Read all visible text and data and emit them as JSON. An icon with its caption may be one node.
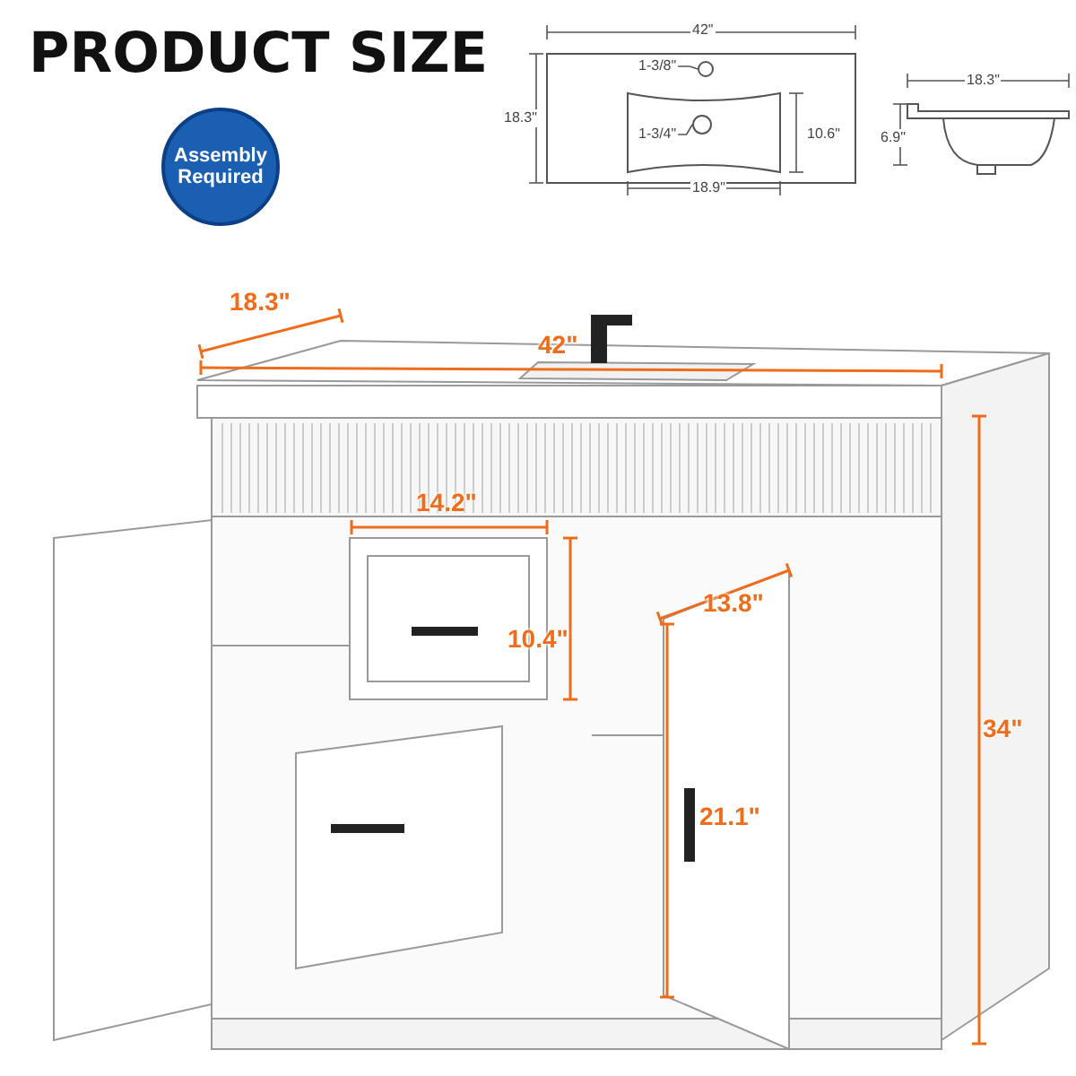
{
  "diagram": {
    "title": "PRODUCT SIZE",
    "nodes": [
      {
        "text": [
          "1-3/8\""
        ]
      },
      {
        "text": [],
        "shape": "circle"
      },
      {
        "text": [
          "1-3/4\""
        ]
      },
      {
        "text": [],
        "shape": "circle"
      }
    ],
    "edges": [
      {
        "from": 0,
        "to": 1,
        "arrow": "none"
      },
      {
        "from": 2,
        "to": 3,
        "arrow": "none"
      }
    ],
    "labels": [
      "Assembly Required",
      "42\"",
      "18.3\"",
      "10.6\"",
      "18.9\"",
      "18.3\"",
      "6.9\"",
      "18.3\"",
      "42\"",
      "14.2\"",
      "10.4\"",
      "13.8\"",
      "34\"",
      "21.1\""
    ]
  }
}
